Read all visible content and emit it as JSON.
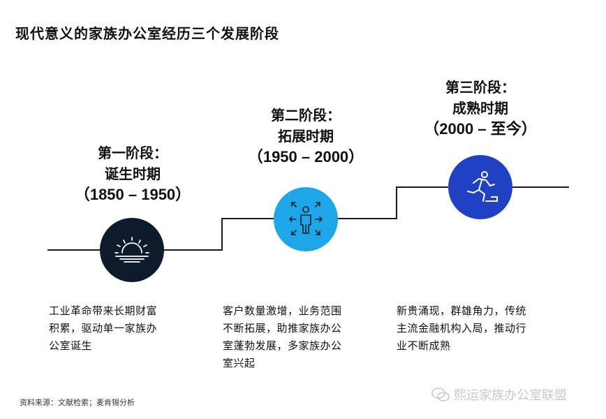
{
  "title": "现代意义的家族办公室经历三个发展阶段",
  "stages": [
    {
      "name": "第一阶段：",
      "period": "诞生时期",
      "years": "（1850 – 1950）",
      "icon": "sunrise-icon",
      "color": "#0d1b2a",
      "description": [
        "工业革命带来长期财富",
        "积累，驱动单一家族办",
        "公室诞生"
      ]
    },
    {
      "name": "第二阶段：",
      "period": "拓展时期",
      "years": "（1950 – 2000）",
      "icon": "person-expanding-icon",
      "color": "#1da6e8",
      "description": [
        "客户数量激增，业务范围",
        "不断拓展，助推家族办公",
        "室蓬勃发展，多家族办公",
        "室兴起"
      ]
    },
    {
      "name": "第三阶段：",
      "period": "成熟时期",
      "years": "（2000 – 至今）",
      "icon": "running-person-icon",
      "color": "#2141c5",
      "description": [
        "新贵涌现，群雄角力，传统",
        "主流金融机构入局，推动行",
        "业不断成熟"
      ]
    }
  ],
  "source": "资料来源：文献检索；麦肯锡分析",
  "watermark": "熙运家族办公室联盟"
}
